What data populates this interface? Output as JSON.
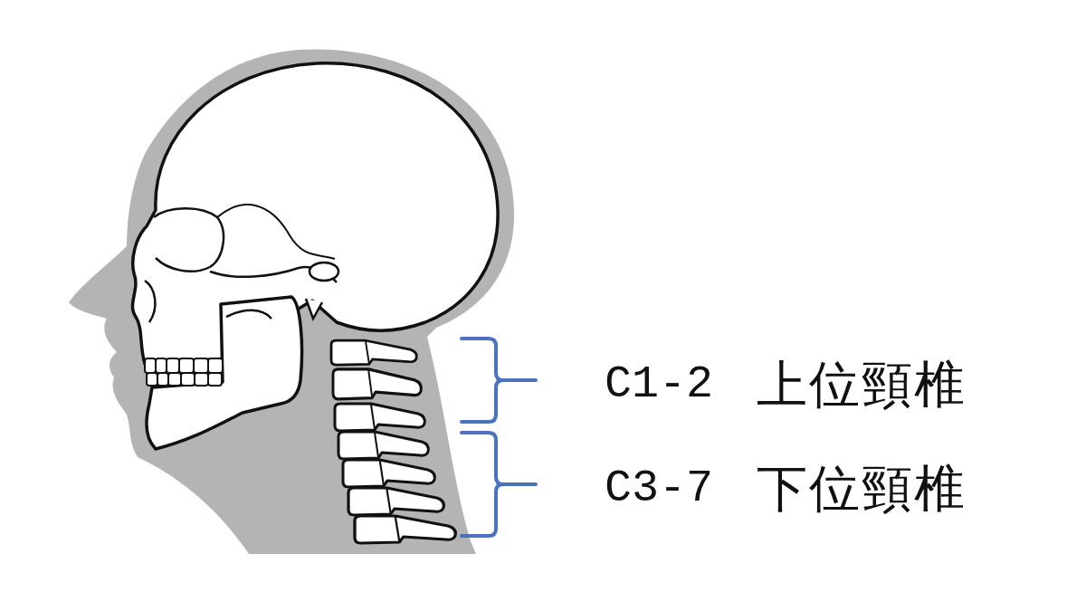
{
  "diagram": {
    "labels": [
      "C1-2",
      "上位頸椎",
      "C3-7",
      "下位頸椎"
    ]
  }
}
